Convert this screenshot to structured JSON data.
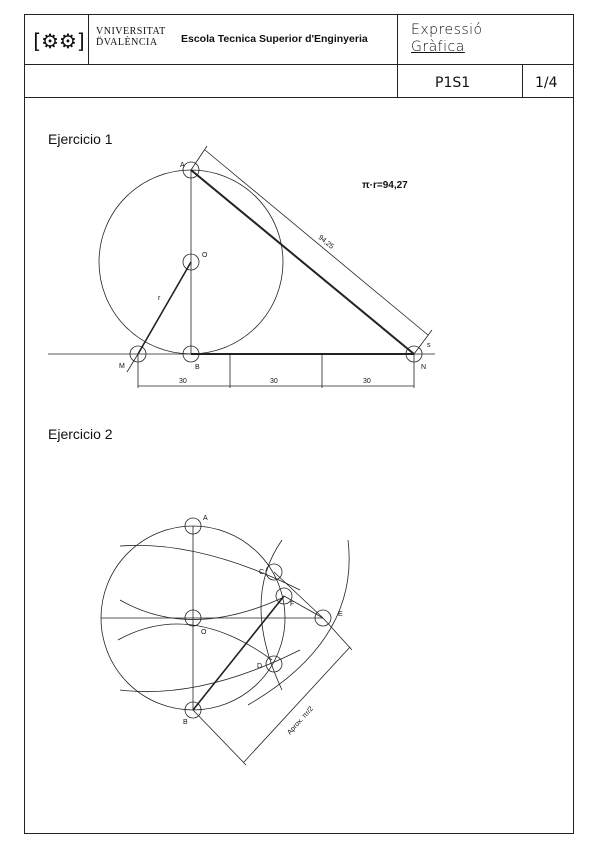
{
  "header": {
    "logo_glyph": "[⚙⚙]",
    "university_line1": "VNIVERSITAT",
    "university_line2": "D̈VALÈNCIA",
    "school": "Escola Tecnica Superior d'Enginyeria",
    "subject_line1": "Expressió",
    "subject_line2": "Gràfica",
    "sheet_code": "P1S1",
    "page": "1/4"
  },
  "exercise1": {
    "title": "Ejercicio 1",
    "formula": "π·r=94,27",
    "dim_hyp": "94,25",
    "dim_seg1": "30",
    "dim_seg2": "30",
    "dim_seg3": "30",
    "points": {
      "A": "A",
      "O": "O",
      "M": "M",
      "B": "B",
      "N": "N",
      "r": "r",
      "s": "s"
    }
  },
  "exercise2": {
    "title": "Ejercicio 2",
    "dim_label": "Aprox. πr/2",
    "points": {
      "A": "A",
      "C": "C",
      "F": "F",
      "E": "E",
      "O": "O",
      "D": "D",
      "B": "B"
    }
  }
}
